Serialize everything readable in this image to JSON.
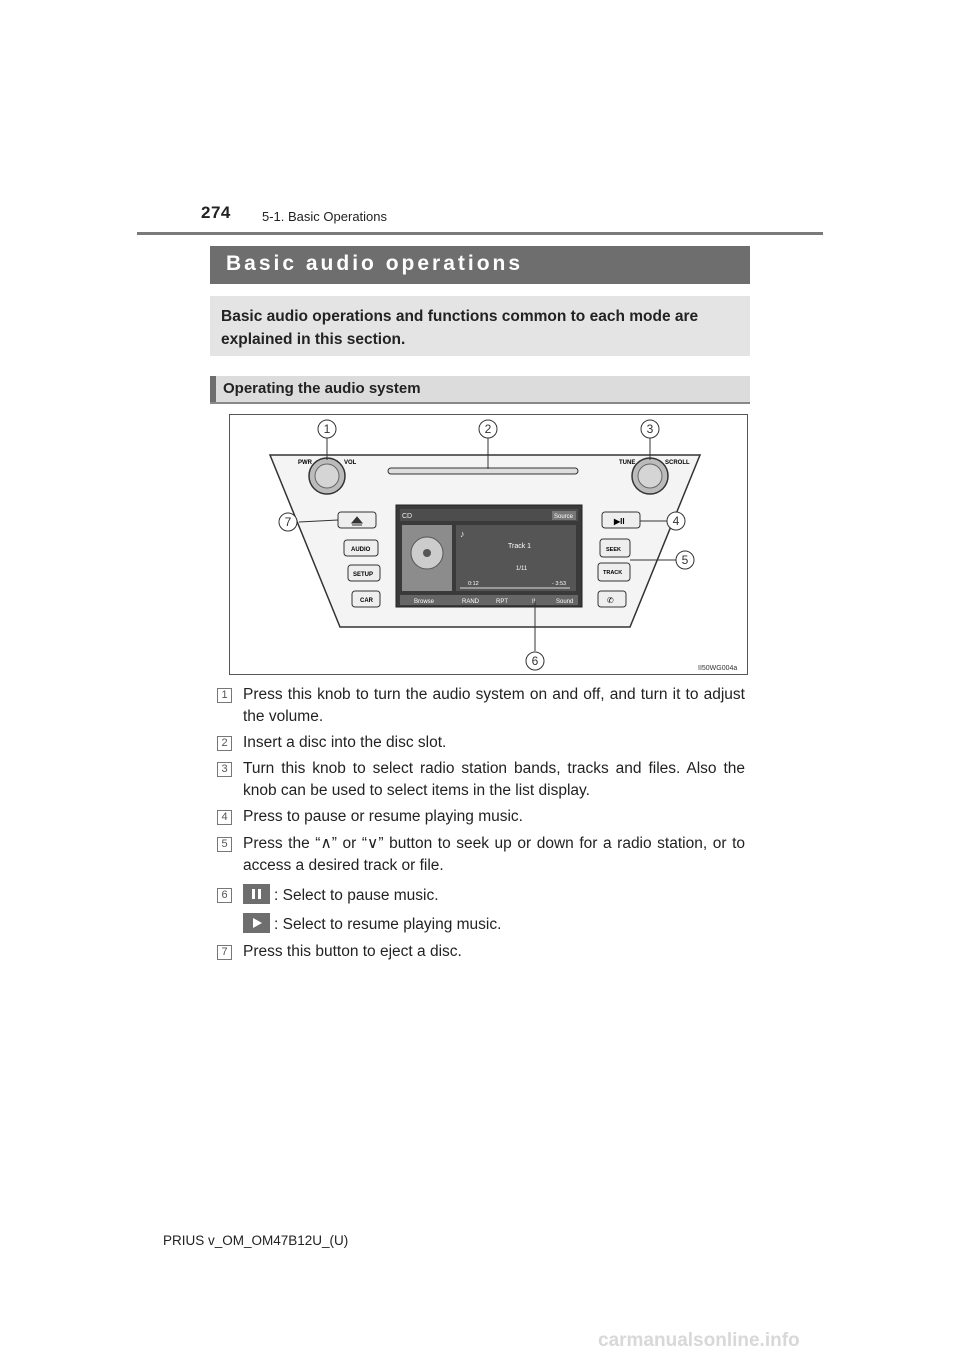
{
  "header": {
    "page_number": "274",
    "section": "5-1. Basic Operations"
  },
  "title": "Basic audio operations",
  "intro": "Basic audio operations and functions common to each mode are explained in this section.",
  "subhead": "Operating the audio system",
  "figure": {
    "code": "II50WG004a",
    "callouts": [
      "1",
      "2",
      "3",
      "4",
      "5",
      "6",
      "7"
    ],
    "panel_labels": {
      "pwr": "PWR",
      "vol": "VOL",
      "tune": "TUNE",
      "scroll": "SCROLL",
      "audio": "AUDIO",
      "setup": "SETUP",
      "car": "CAR",
      "seek": "SEEK",
      "track": "TRACK"
    },
    "screen": {
      "mode": "CD",
      "source": "Source",
      "track": "Track 1",
      "count": "1/11",
      "elapsed": "0:12",
      "remaining": "- 3:53",
      "buttons": [
        "Browse",
        "RAND",
        "RPT",
        "II",
        "Sound"
      ]
    }
  },
  "items": [
    {
      "num": "1",
      "text": "Press this knob to turn the audio system on and off, and turn it to adjust the volume."
    },
    {
      "num": "2",
      "text": "Insert a disc into the disc slot."
    },
    {
      "num": "3",
      "text": "Turn this knob to select radio station bands, tracks and files. Also the knob can be used to select items in the list display."
    },
    {
      "num": "4",
      "text": "Press to pause or resume playing music."
    },
    {
      "num": "5",
      "text": "Press the “∧” or “∨” button to seek up or down for a radio station, or to access a desired track or file."
    },
    {
      "num": "6",
      "text": ": Select to pause music.",
      "text2": ": Select to resume playing music.",
      "icon": "pause-icon",
      "icon2": "play-icon"
    },
    {
      "num": "7",
      "text": "Press this button to eject a disc."
    }
  ],
  "footer": "PRIUS v_OM_OM47B12U_(U)",
  "watermark": "carmanualsonline.info",
  "colors": {
    "title_bar": "#6e6e6e",
    "intro_bg": "#e4e4e4",
    "subhead_bg": "#dcdcdc"
  }
}
